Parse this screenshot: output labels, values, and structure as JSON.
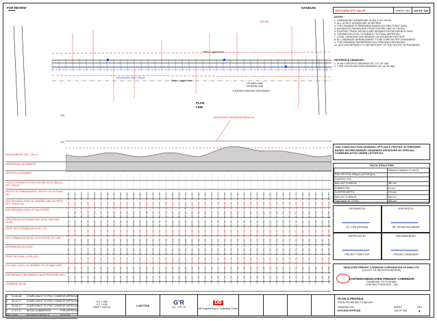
{
  "top_left_tag": "FOR REVIEW",
  "top_right_tag": "DANKUNI",
  "sheet_header": {
    "stamp": "WITH NEW GTS VALUE",
    "sheet_no_label": "SHEET NO:",
    "sheet_no_value": "108 OF 348"
  },
  "notes_title": "NOTES :",
  "notes": [
    "1. DIMENSIONS SHOWN ARE IN MM & CH. IN KM.",
    "2. ALL LEVELS SHOWN ARE IN METRES.",
    "3. THE DRAWING IS PREPARED BASED ON GRID POINT DATA.",
    "4. DISTANCES SHOWN ARE FROM CENTRE LINE OF TRACK.",
    "5. EXISTING TRACK DETAILS ARE SHOWN FOR REFERENCE ONLY.",
    "6. FORMATION LEVEL IS SUBJECT TO FINAL APPROVAL.",
    "7. LEVEL CROSSING AND BRIDGE LOCATIONS AS PER SITE.",
    "8. ALL DRAINAGE ARRANGEMENT TO BE DONE AS PER STANDARDS.",
    "9. THIS DRAWING SUPERSEDES ALL PREVIOUS REVISIONS.",
    "10. ANY DISCREPANCY TO BE BROUGHT TO THE NOTICE OF ENGINEER."
  ],
  "reference_title": "REFERENCE DRAWINGS :",
  "reference_lines": [
    "1. PLAN & PROFILE DRAWING NO. 107 OF 348",
    "2. TYPE CROSS SECTION DRAWING NO. 01 OF 348"
  ],
  "construction_note": "THIS CONSTRUCTION DRAWING OF PLAN & PROFILE IS PREPARED BASED ON PRELIMINARY DRAWINGS APPROVED BY OFFICIAL COMMUNICATION UNDER LETTER NO.",
  "track_structure": {
    "title": "TRACK STRUCTURE",
    "head": "Difference between FL and RL",
    "rows": [
      [
        "RAIL SECTION: 68Kg/m (UIC 60Kg/m)",
        ""
      ],
      [
        "SLEEPER: PSC",
        ""
      ],
      [
        "BALLAST CUSHION",
        "350 mm"
      ],
      [
        "RUBBER PAD",
        "10 mm"
      ],
      [
        "SLEEPER DEPTH",
        "270 mm"
      ],
      [
        "BALLAST CUSHION",
        "350 mm"
      ],
      [
        "Total Depth (FL TO RL)",
        "980 mm"
      ]
    ]
  },
  "profile_rows": [
    "DATUM ABOVE GSL : 200 m",
    "HORIZONTAL ALIGNMENT",
    "VERTICAL ALIGNMENT",
    "TRACK DISTANCE FROM CENTRE OF IR TRACK / DFC TRACK",
    "HEIGHT OF EMBANKMENT / DEPTH OF CUTTING (m)",
    "EXG GROUND LEVEL AT CENTRE LINE OF PROP. DFC TRACK (m)",
    "EXG GROUND LEVEL AT 15m OFFSET",
    "DIFFERENCE IN FORMATION LEVEL AND RAIL LEVEL",
    "PROP. DFC FORMATION LEVEL (FL)",
    "EXG FORMATION LEVEL OF EXISTING UP LINE",
    "DIFFERENCE IN LEVEL",
    "PROP. DFC RAIL LEVEL (RL)",
    "EXG RAIL LEVEL OF NEAREST IR UP MAIN LINE",
    "DISCREPANCY BETWEEN IR AND PROPOSED DFC",
    "CHAINAGE IN KM"
  ],
  "profile_chart": {
    "level_top": "275",
    "level_mid": "270",
    "callout": "PROPOSED FORMATION PROFILE"
  },
  "plan_labels": {
    "plan": "PLAN",
    "line": "LINE",
    "water_logged": "Water Logged Area",
    "existing_boundary": "EXISTING RAILWAY BOUNDARY",
    "up_main": "UP MAIN LINE",
    "dn_main": "DN MAIN LINE",
    "dfc_line": "PROPOSED DFC TRACK",
    "km_label": "KM 560"
  },
  "signatures": [
    {
      "role": "DESIGNED BY",
      "name": "DY. CPM (DESIGN)"
    },
    {
      "role": "CHECKED BY",
      "name": "SR. DESIGN ENGINEER"
    },
    {
      "role": "APPROVED BY",
      "name": "PROJECT DIRECTOR"
    },
    {
      "role": "RECOMMENDED",
      "name": "PROJECT MANAGER"
    }
  ],
  "client": {
    "line1": "DEDICATED FREIGHT CORRIDOR CORPORATION OF INDIA LTD.",
    "line2": "(A GOVT. OF INDIA ENTERPRISE)",
    "project": "EASTERN DEDICATED FREIGHT CORRIDOR",
    "section": "SAHNEWAL TO PILKHANI",
    "package": "CONTRACT PACKAGE - 303"
  },
  "revisions": [
    {
      "rev": "4",
      "date": "31-08-18",
      "desc": "COMPLIANCE TO PMC COMMENTS",
      "status": "FOR APPROVAL"
    },
    {
      "rev": "3",
      "date": "06-11-17",
      "desc": "COMPLIANCE TO PMC COMMENTS",
      "status": "FOR APPROVAL"
    },
    {
      "rev": "2",
      "date": "03-08-17",
      "desc": "COMPLIANCE TO PMC COMMENTS",
      "status": "FOR APPROVAL"
    },
    {
      "rev": "1",
      "date": "17-07-17",
      "desc": "INITIAL SUBMISSION",
      "status": "FOR APPROVAL"
    }
  ],
  "rev_header": {
    "rev": "REV",
    "date": "DATE",
    "desc": "REVISION DETAILS",
    "status": "STATUS"
  },
  "scale_block": {
    "h_scale": "H.S. 1:500",
    "v_scale": "V.S. 1:100",
    "sheet": "SHEET SIZE A1"
  },
  "section_label": "L-SECTION",
  "logos": {
    "gr": "G’R",
    "gr_sub": "GIL - TPL JV",
    "db": "DB",
    "db_sub": "DB Engineering & Consulting GmbH"
  },
  "title_block": {
    "title": "PLAN & PROFILE",
    "from": "FROM KM 560.000 TO 562.000",
    "dwg_label": "DRAWING NO.",
    "dwg_no": "DFC/303/CP/PP/108",
    "rev_label": "REV",
    "rev_no": "4",
    "sheet_label": "SHEET",
    "sheet_of": "108 OF 348"
  },
  "chainages": [
    "560.000",
    "560.050",
    "560.100",
    "560.150",
    "560.200",
    "560.250",
    "560.300",
    "560.350",
    "560.400",
    "560.450",
    "560.500",
    "560.550",
    "560.600",
    "560.650",
    "560.700",
    "560.750",
    "560.800",
    "560.850",
    "560.900",
    "560.950",
    "561.000",
    "561.050",
    "561.100",
    "561.150",
    "561.200",
    "561.250",
    "561.300",
    "561.350",
    "561.400",
    "561.450",
    "561.500",
    "561.550",
    "561.600",
    "561.650",
    "561.700",
    "561.750",
    "561.800",
    "561.850",
    "561.900",
    "561.950",
    "562.000"
  ],
  "colors": {
    "red": "#e0241b",
    "blue": "#1d3fd6",
    "ink": "#222222"
  }
}
